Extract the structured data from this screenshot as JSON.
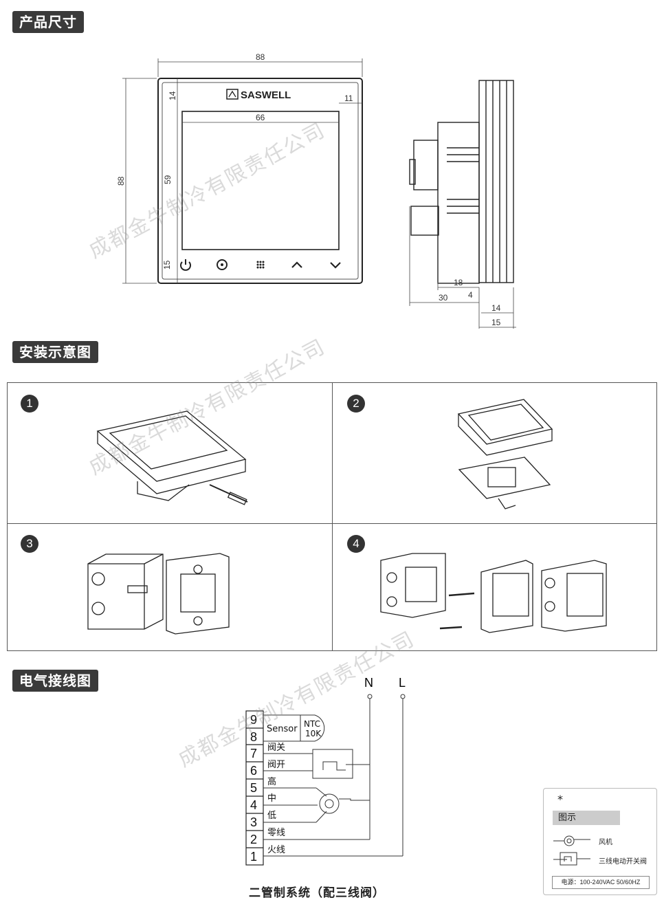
{
  "sections": {
    "dimensions_title": "产品尺寸",
    "install_title": "安装示意图",
    "wiring_title": "电气接线图"
  },
  "front_view": {
    "brand": "SASWELL",
    "dim_width": "88",
    "dim_height": "88",
    "dim_top_margin": "14",
    "dim_right_margin": "11",
    "dim_screen_width": "66",
    "dim_screen_height": "59",
    "dim_bottom_margin": "15",
    "buttons": [
      "power-icon",
      "fan-icon",
      "menu-grid-icon",
      "up-arrow-icon",
      "down-arrow-icon"
    ]
  },
  "side_view": {
    "dim_18": "18",
    "dim_4": "4",
    "dim_30": "30",
    "dim_14": "14",
    "dim_15": "15"
  },
  "install_steps": [
    "1",
    "2",
    "3",
    "4"
  ],
  "watermark": "成都金牛制冷有限责任公司",
  "wiring": {
    "terminals": [
      "9",
      "8",
      "7",
      "6",
      "5",
      "4",
      "3",
      "2",
      "1"
    ],
    "sensor_label": "Sensor",
    "ntc_label": "NTC",
    "ntc_value": "10K",
    "label_7": "阀关",
    "label_6": "阀开",
    "label_5": "高",
    "label_4": "中",
    "label_3": "低",
    "label_2": "零线",
    "label_1": "火线",
    "N": "N",
    "L": "L",
    "caption": "二管制系统（配三线阀）"
  },
  "legend": {
    "star": "*",
    "title": "图示",
    "fan_label": "风机",
    "valve_label": "三线电动开关阀",
    "power": "电源：100-240VAC  50/60HZ"
  }
}
